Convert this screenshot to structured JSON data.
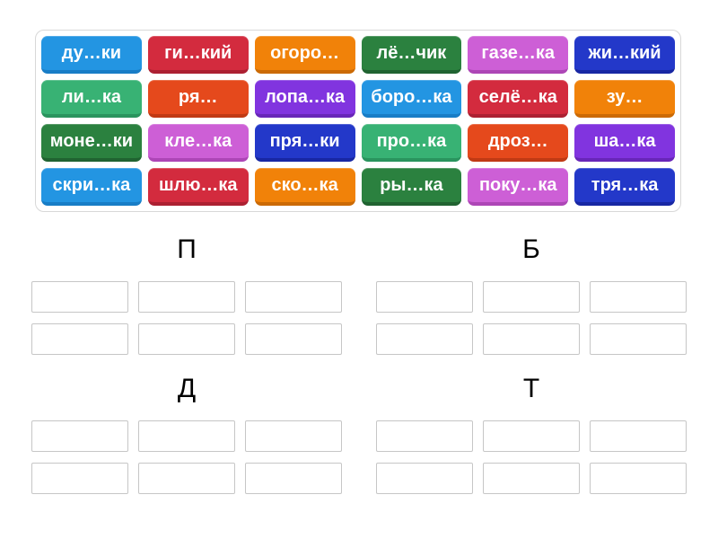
{
  "palette": {
    "blue": {
      "bg": "#2395e2",
      "edge": "#187dc6"
    },
    "crimson": {
      "bg": "#d32b3e",
      "edge": "#ac2032"
    },
    "orange": {
      "bg": "#f18209",
      "edge": "#cb6a05"
    },
    "green": {
      "bg": "#2b813f",
      "edge": "#206331"
    },
    "orchid": {
      "bg": "#cd5fd6",
      "edge": "#ad46b6"
    },
    "royal": {
      "bg": "#2338c9",
      "edge": "#1827a3"
    },
    "emerald": {
      "bg": "#38b274",
      "edge": "#2a945e"
    },
    "redorange": {
      "bg": "#e5491c",
      "edge": "#c03a14"
    },
    "violet": {
      "bg": "#8134df",
      "edge": "#6826b8"
    }
  },
  "tiles": [
    {
      "label": "ду…ки",
      "color": "blue"
    },
    {
      "label": "ги…кий",
      "color": "crimson"
    },
    {
      "label": "огоро…",
      "color": "orange"
    },
    {
      "label": "лё…чик",
      "color": "green"
    },
    {
      "label": "газе…ка",
      "color": "orchid"
    },
    {
      "label": "жи…кий",
      "color": "royal"
    },
    {
      "label": "ли…ка",
      "color": "emerald"
    },
    {
      "label": "ря…",
      "color": "redorange"
    },
    {
      "label": "лопа…ка",
      "color": "violet"
    },
    {
      "label": "боро…ка",
      "color": "blue"
    },
    {
      "label": "селё…ка",
      "color": "crimson"
    },
    {
      "label": "зу…",
      "color": "orange"
    },
    {
      "label": "моне…ки",
      "color": "green"
    },
    {
      "label": "кле…ка",
      "color": "orchid"
    },
    {
      "label": "пря…ки",
      "color": "royal"
    },
    {
      "label": "про…ка",
      "color": "emerald"
    },
    {
      "label": "дроз…",
      "color": "redorange"
    },
    {
      "label": "ша…ка",
      "color": "violet"
    },
    {
      "label": "скри…ка",
      "color": "blue"
    },
    {
      "label": "шлю…ка",
      "color": "crimson"
    },
    {
      "label": "ско…ка",
      "color": "orange"
    },
    {
      "label": "ры…ка",
      "color": "green"
    },
    {
      "label": "поку…ка",
      "color": "orchid"
    },
    {
      "label": "тря…ка",
      "color": "royal"
    }
  ],
  "groups": [
    {
      "label": "П",
      "slot_count": 6
    },
    {
      "label": "Б",
      "slot_count": 6
    },
    {
      "label": "Д",
      "slot_count": 6
    },
    {
      "label": "Т",
      "slot_count": 6
    }
  ]
}
